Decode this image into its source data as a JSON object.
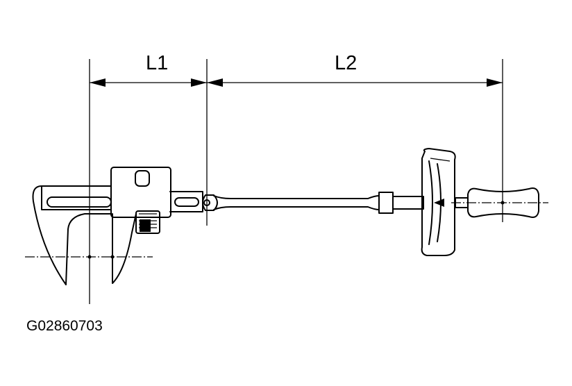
{
  "dimensions": {
    "l1": "L1",
    "l2": "L2"
  },
  "figure_code": "G02860703",
  "colors": {
    "ink": "#000000",
    "background": "#ffffff"
  }
}
